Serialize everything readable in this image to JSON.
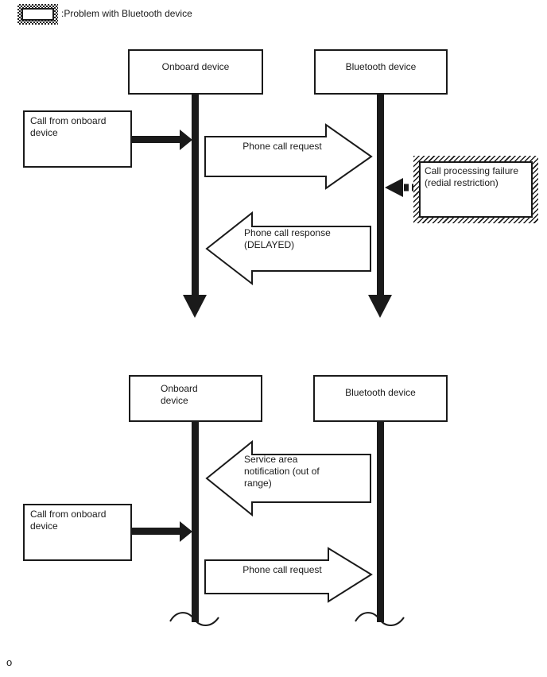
{
  "legend": {
    "label": ":Problem with Bluetooth device"
  },
  "top_diagram": {
    "onboard_header": "Onboard device",
    "bluetooth_header": "Bluetooth device",
    "call_from_onboard_label": "Call from onboard device",
    "phone_call_request_label": "Phone call request",
    "call_processing_failure_label": "Call processing failure (redial restriction)",
    "phone_call_response_label": "Phone call response (DELAYED)"
  },
  "bottom_diagram": {
    "onboard_header": "Onboard device",
    "bluetooth_header": "Bluetooth device",
    "service_area_label": "Service area notification (out of range)",
    "call_from_onboard_label": "Call from onboard device",
    "phone_call_request_label": "Phone call request"
  },
  "footer": {
    "marker": "o"
  },
  "colors": {
    "ink": "#1a1a1a",
    "paper": "#ffffff"
  }
}
